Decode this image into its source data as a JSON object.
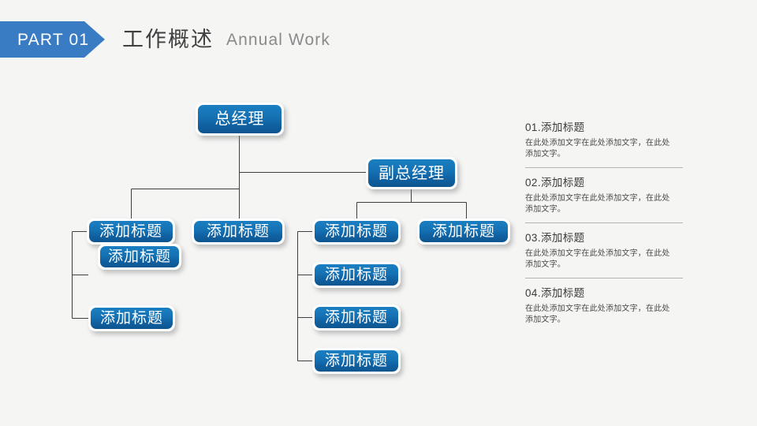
{
  "header": {
    "part_label": "PART 01",
    "title_cn": "工作概述",
    "title_en": "Annual Work",
    "accent_color": "#3a7cc4"
  },
  "org_chart": {
    "node_fill_top": "#1a7fc1",
    "node_fill_bottom": "#0d568f",
    "connector_color": "#3f3f3f",
    "nodes": [
      {
        "id": "ceo",
        "label": "总经理"
      },
      {
        "id": "vice-ceo",
        "label": "副总经理"
      },
      {
        "id": "left-1",
        "label": "添加标题"
      },
      {
        "id": "left-1b",
        "label": "添加标题"
      },
      {
        "id": "left-2",
        "label": "添加标题"
      },
      {
        "id": "left-3",
        "label": "添加标题"
      },
      {
        "id": "right-1",
        "label": "添加标题"
      },
      {
        "id": "right-2",
        "label": "添加标题"
      },
      {
        "id": "right-3",
        "label": "添加标题"
      },
      {
        "id": "right-4",
        "label": "添加标题"
      },
      {
        "id": "right-side",
        "label": "添加标题"
      }
    ]
  },
  "side_panel": {
    "items": [
      {
        "title": "01.添加标题",
        "body": "在此处添加文字在此处添加文字，在此处添加文字。"
      },
      {
        "title": "02.添加标题",
        "body": "在此处添加文字在此处添加文字，在此处添加文字。"
      },
      {
        "title": "03.添加标题",
        "body": "在此处添加文字在此处添加文字，在此处添加文字。"
      },
      {
        "title": "04.添加标题",
        "body": "在此处添加文字在此处添加文字，在此处添加文字。"
      }
    ]
  }
}
